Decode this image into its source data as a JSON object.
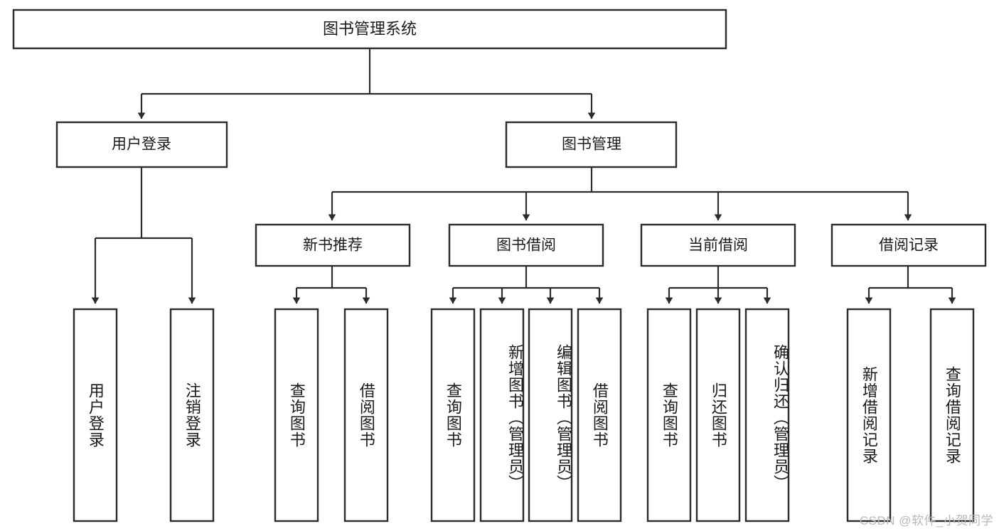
{
  "diagram": {
    "type": "tree-hierarchy",
    "title": "图书管理系统",
    "root": {
      "label": "图书管理系统",
      "orientation": "horizontal"
    },
    "level2": [
      {
        "label": "用户登录",
        "orientation": "horizontal"
      },
      {
        "label": "图书管理",
        "orientation": "horizontal"
      }
    ],
    "level3": [
      {
        "label": "新书推荐",
        "orientation": "horizontal",
        "parent": "图书管理"
      },
      {
        "label": "图书借阅",
        "orientation": "horizontal",
        "parent": "图书管理"
      },
      {
        "label": "当前借阅",
        "orientation": "horizontal",
        "parent": "图书管理"
      },
      {
        "label": "借阅记录",
        "orientation": "horizontal",
        "parent": "图书管理"
      }
    ],
    "leaves": {
      "user_login": [
        {
          "label": "用户登录",
          "orientation": "vertical"
        },
        {
          "label": "注销登录",
          "orientation": "vertical"
        }
      ],
      "new_book_recommend": [
        {
          "label": "查询图书",
          "orientation": "vertical"
        },
        {
          "label": "借阅图书",
          "orientation": "vertical"
        }
      ],
      "book_borrow": [
        {
          "label": "查询图书",
          "orientation": "vertical"
        },
        {
          "label": "新增图书（管理员）",
          "orientation": "vertical"
        },
        {
          "label": "编辑图书（管理员）",
          "orientation": "vertical"
        },
        {
          "label": "借阅图书",
          "orientation": "vertical"
        }
      ],
      "current_borrow": [
        {
          "label": "查询图书",
          "orientation": "vertical"
        },
        {
          "label": "归还图书",
          "orientation": "vertical"
        },
        {
          "label": "确认归还（管理员）",
          "orientation": "vertical"
        }
      ],
      "borrow_record": [
        {
          "label": "新增借阅记录",
          "orientation": "vertical"
        },
        {
          "label": "查询借阅记录",
          "orientation": "vertical"
        }
      ]
    },
    "colors": {
      "background": "#ffffff",
      "box_fill": "#ffffff",
      "box_stroke": "#2b2b2b",
      "connector": "#2b2b2b",
      "text": "#1a1a1a",
      "watermark": "#b9b9b9"
    }
  },
  "watermark": {
    "text": "CSDN @软件_小贺同学"
  }
}
